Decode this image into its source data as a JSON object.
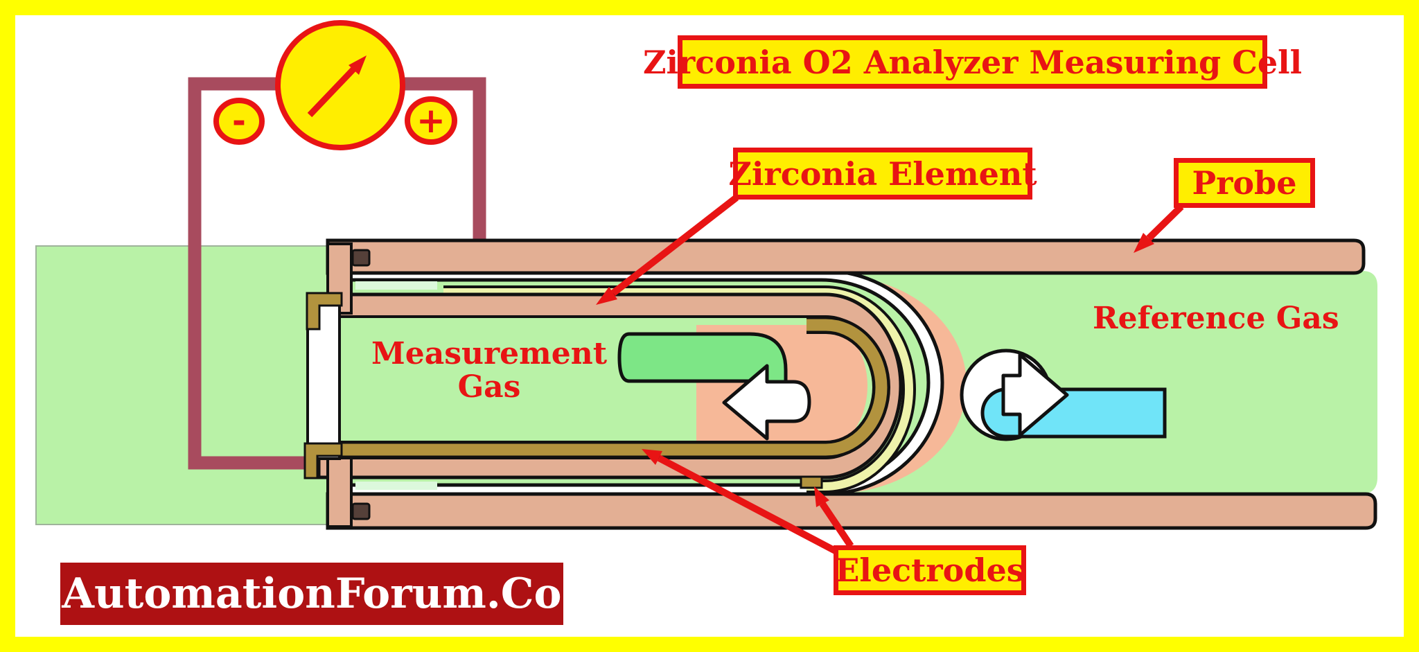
{
  "title": "Zirconia O2 Analyzer Measuring Cell",
  "labels": {
    "zirconia_element": "Zirconia Element",
    "probe": "Probe",
    "electrodes": "Electrodes",
    "measurement_gas_line1": "Measurement",
    "measurement_gas_line2": "Gas",
    "reference_gas": "Reference Gas"
  },
  "meter": {
    "minus_label": "-",
    "plus_label": "+"
  },
  "logo": {
    "text": "AutomationForum.Co"
  },
  "colors": {
    "frame": "#ffff00",
    "label_bg": "#ffee00",
    "red": "#e81414",
    "green": "#b9f2a7",
    "wall_salmon": "#e3af94",
    "heat_salmon": "#f6b898",
    "arrow_green": "#7de686",
    "khaki": "#b2933e",
    "pale_yellow": "#eef3ab",
    "pale_mint": "#dcf8dc",
    "cyan": "#70e4f8",
    "wire": "#a84b5e",
    "seal": "#554039",
    "logo_bg": "#ae1113",
    "white": "#ffffff",
    "black": "#111111"
  }
}
